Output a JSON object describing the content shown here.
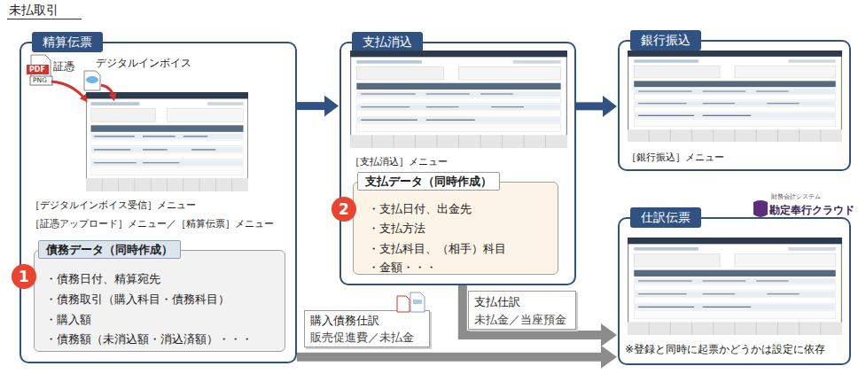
{
  "diagram": {
    "title": "未払取引",
    "nodes": [
      {
        "text": [
          "精算伝票",
          "［デジタルインボイス受信］メニュー",
          "［証憑アップロード］メニュー／［精算伝票］メニュー"
        ]
      },
      {
        "text": [
          "債務データ（同時作成）",
          "・債務日付、精算宛先",
          "・債務取引（購入科目・債務科目）",
          "・購入額",
          "・債務額（未消込額・消込済額）・・・"
        ],
        "in": 0
      },
      {
        "text": [
          "1"
        ],
        "in": 1
      },
      {
        "text": [
          "支払消込",
          "［支払消込］メニュー"
        ]
      },
      {
        "text": [
          "支払データ（同時作成）",
          "・支払日付、出金先",
          "・支払方法",
          "・支払科目、（相手）科目",
          "・金額・・・"
        ],
        "in": 3
      },
      {
        "text": [
          "2"
        ],
        "in": 4
      },
      {
        "text": [
          "銀行振込",
          "［銀行振込］メニュー"
        ]
      },
      {
        "text": [
          "仕訳伝票",
          "※登録と同時に起票かどうかは設定に依存"
        ]
      },
      {
        "text": [
          "購入債務仕訳",
          "販売促進費／未払金"
        ]
      },
      {
        "text": [
          "支払仕訳",
          "未払金／当座預金"
        ]
      }
    ],
    "edges": [
      {
        "from": 0,
        "to": 3,
        "arrow": "to"
      },
      {
        "from": 3,
        "to": 6,
        "arrow": "to"
      },
      {
        "from": 0,
        "to": 7,
        "arrow": "to"
      },
      {
        "from": 3,
        "to": 7,
        "arrow": "to"
      }
    ],
    "labels": [
      "証憑",
      "デジタルインボイス",
      "PDF",
      "PNG",
      "財務会計システム",
      "勘定奉行クラウド"
    ]
  }
}
